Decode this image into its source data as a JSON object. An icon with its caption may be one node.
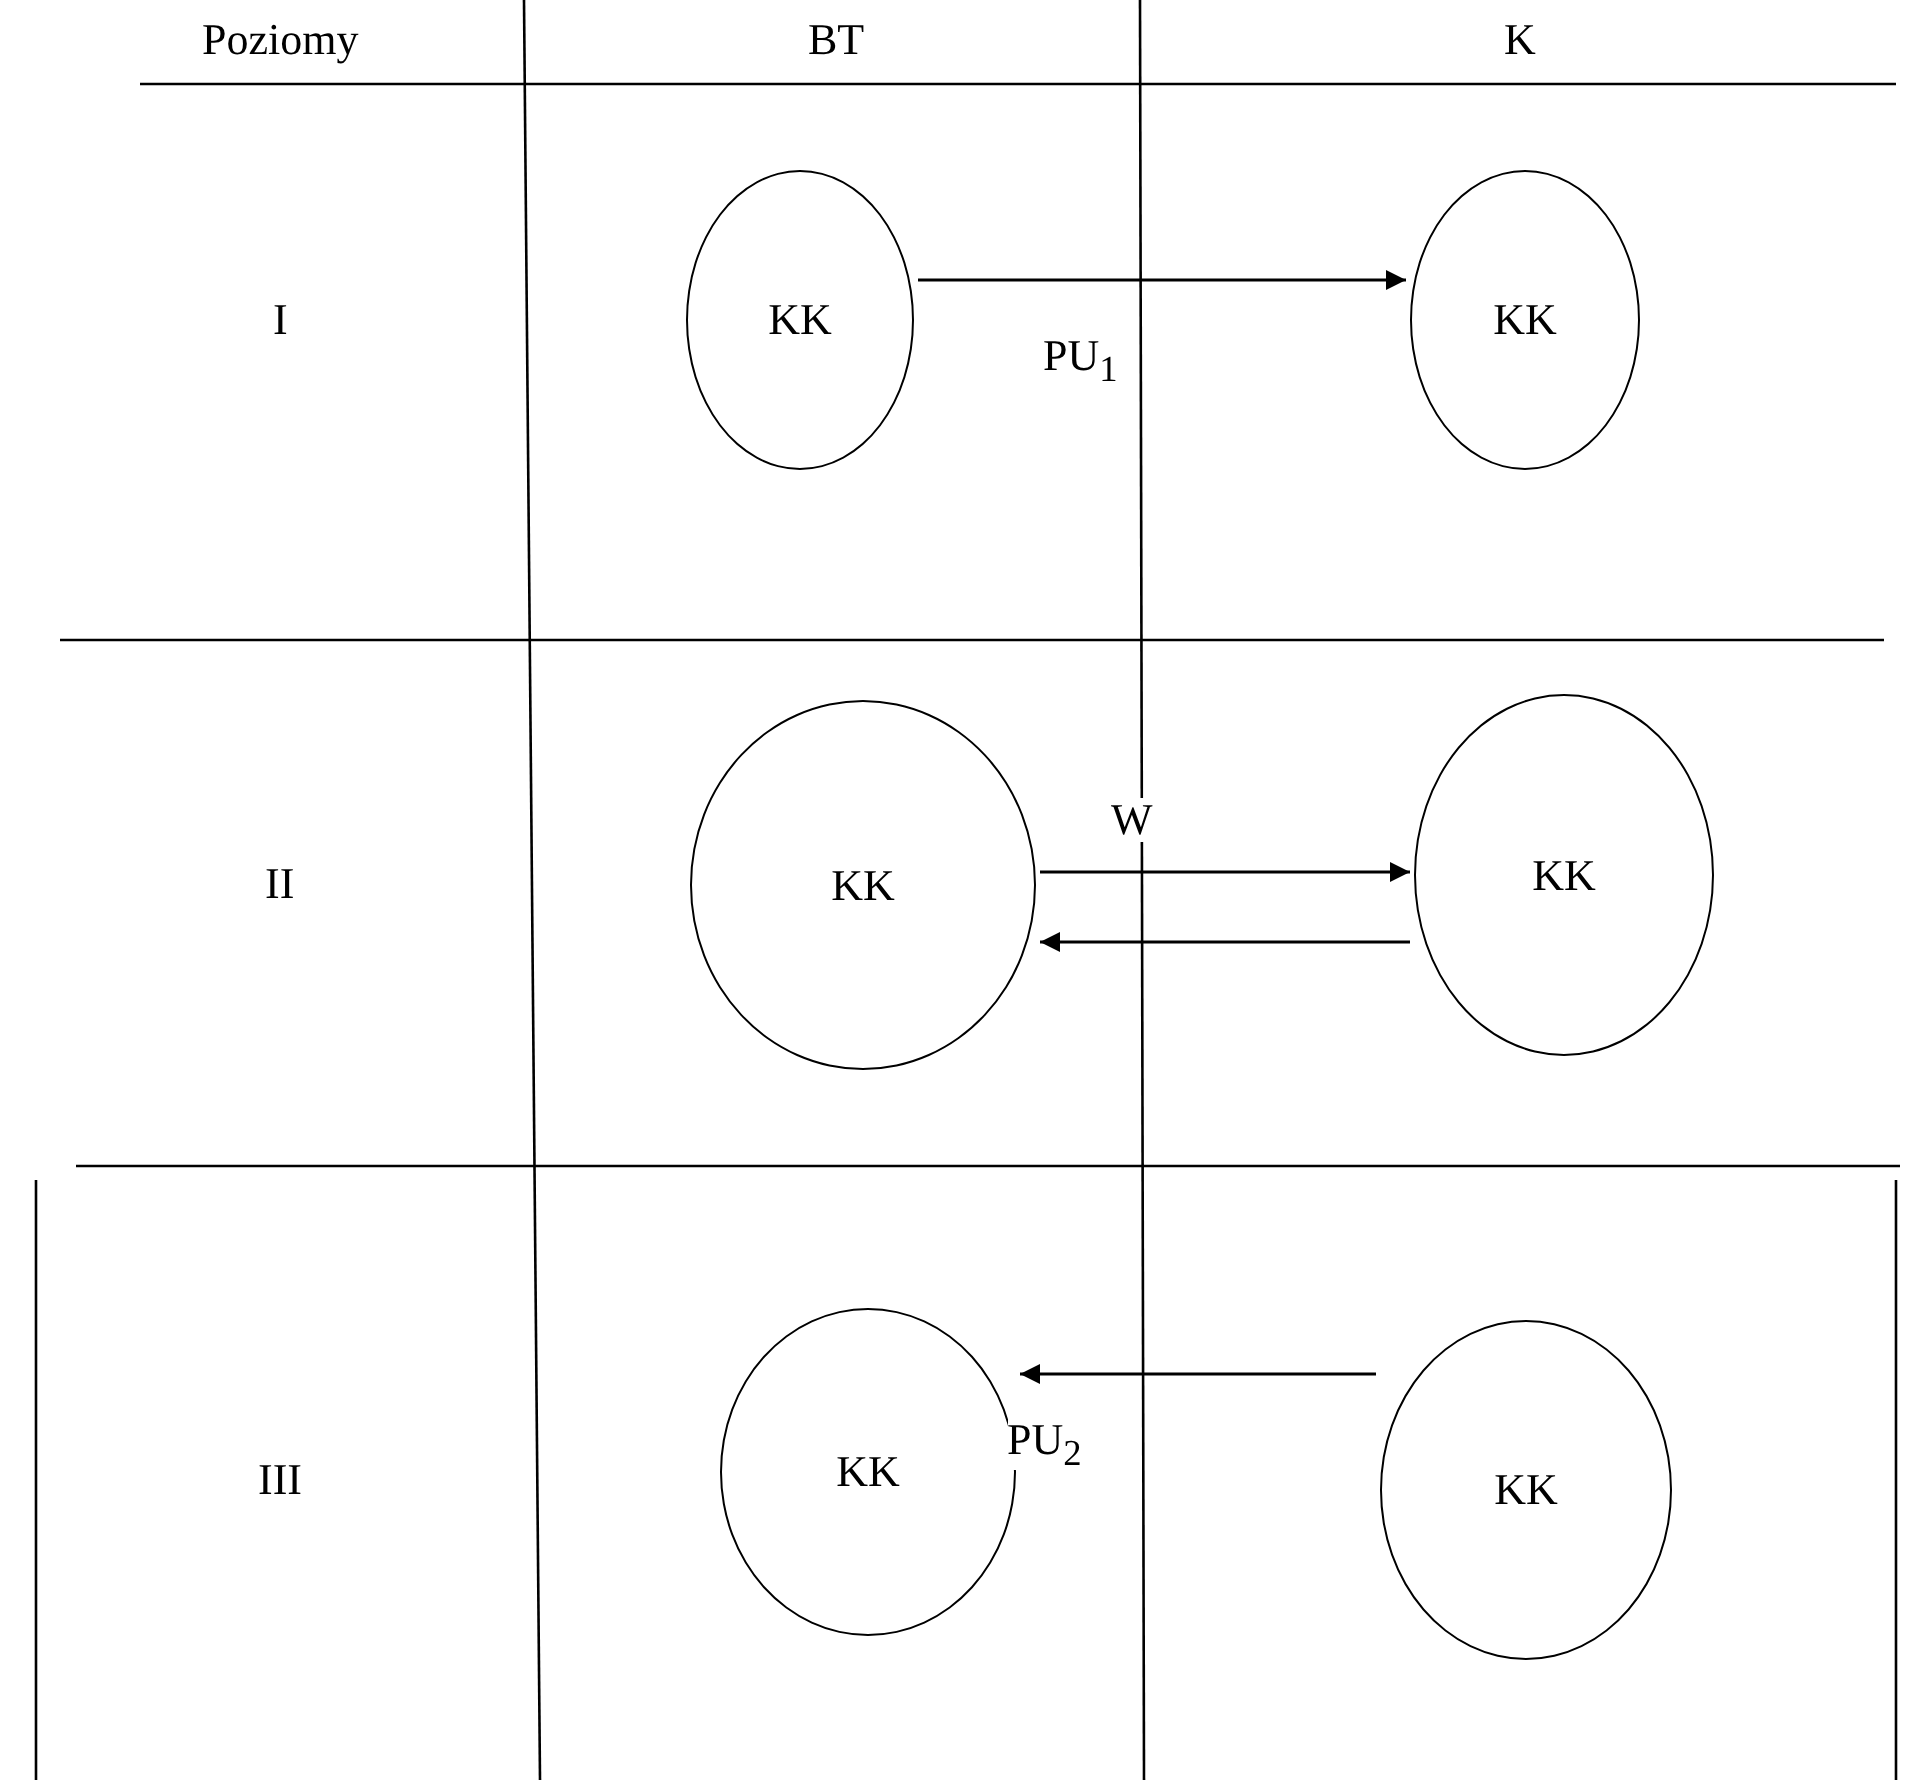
{
  "diagram": {
    "nodes": [
      {
        "text": [
          "KK"
        ]
      },
      {
        "text": [
          "KK"
        ]
      },
      {
        "text": [
          "KK"
        ]
      },
      {
        "text": [
          "KK"
        ]
      },
      {
        "text": [
          "KK"
        ]
      },
      {
        "text": [
          "KK"
        ]
      }
    ],
    "edges": [
      {
        "from": 0,
        "to": 1,
        "arrow": "to",
        "label": "PU$_{1}$"
      },
      {
        "from": 2,
        "to": 3,
        "arrow": "to",
        "label": "W"
      },
      {
        "from": 3,
        "to": 2,
        "arrow": "to"
      },
      {
        "from": 5,
        "to": 4,
        "arrow": "to",
        "label": "PU$_{2}$"
      }
    ],
    "labels": [
      "Poziomy",
      "BT",
      "K",
      "I",
      "II",
      "III"
    ]
  }
}
